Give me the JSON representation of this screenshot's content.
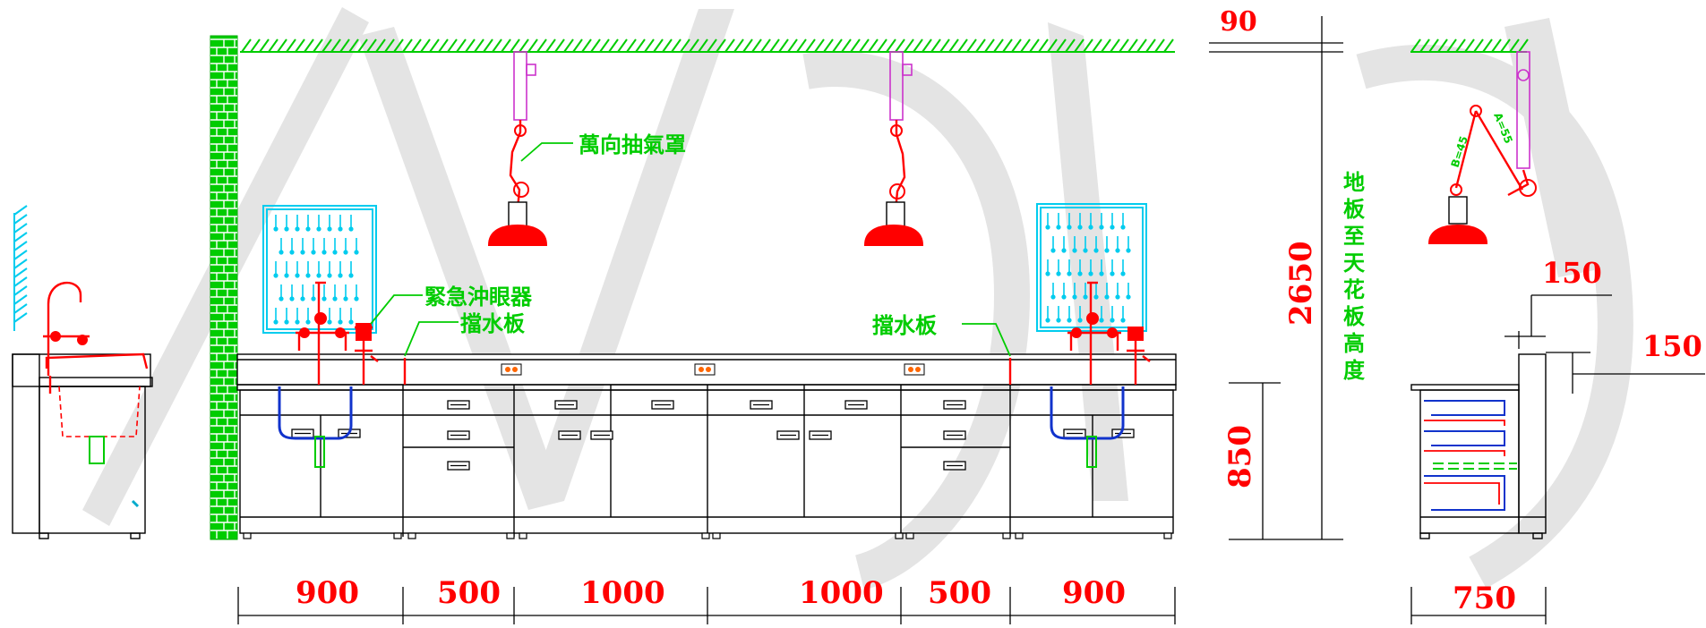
{
  "labels": {
    "fume_hood": "萬向抽氣罩",
    "eye_wash": "緊急沖眼器",
    "splash_board_left": "擋水板",
    "splash_board_right": "擋水板",
    "floor_to_ceiling": "地板至天花板高度",
    "arm_a": "A=55",
    "arm_b": "B=45"
  },
  "dimensions": {
    "bottom": [
      "900",
      "500",
      "1000",
      "1000",
      "500",
      "900"
    ],
    "depth": "750",
    "ceiling_gap": "90",
    "total_height": "2650",
    "bench_height": "850",
    "top_offset": "150",
    "side_offset": "150"
  },
  "colors": {
    "dimension_text": "#ff0000",
    "label_text": "#00cc00",
    "wall": "#00cc00",
    "fixtures": "#ff0000",
    "ductwork": "#cc33cc",
    "drain": "#1133cc",
    "rack": "#00ccee"
  },
  "watermark_text": "NORIC"
}
